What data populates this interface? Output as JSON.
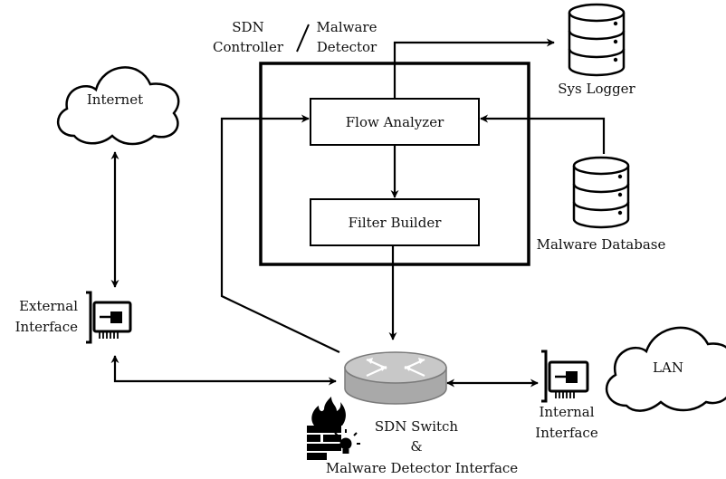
{
  "controller": {
    "label_left_line1": "SDN",
    "label_left_line2": "Controller",
    "label_right_line1": "Malware",
    "label_right_line2": "Detector"
  },
  "nodes": {
    "flow_analyzer": "Flow Analyzer",
    "filter_builder": "Filter Builder",
    "sys_logger": "Sys Logger",
    "malware_database": "Malware Database",
    "internet": "Internet",
    "lan": "LAN",
    "external_interface_line1": "External",
    "external_interface_line2": "Interface",
    "internal_interface_line1": "Internal",
    "internal_interface_line2": "Interface",
    "switch_line1": "SDN Switch",
    "switch_line2": "&",
    "switch_line3": "Malware Detector Interface"
  },
  "icons": {
    "internet": "cloud-icon",
    "lan": "cloud-icon",
    "sys_logger": "database-icon",
    "malware_database": "database-icon",
    "external_interface": "network-card-icon",
    "internal_interface": "network-card-icon",
    "switch": "router-icon",
    "firewall": "firewall-icon",
    "idea": "lightbulb-icon"
  },
  "colors": {
    "stroke": "#000000",
    "router_fill": "#b8b8b8",
    "router_top": "#d4d4d4"
  }
}
